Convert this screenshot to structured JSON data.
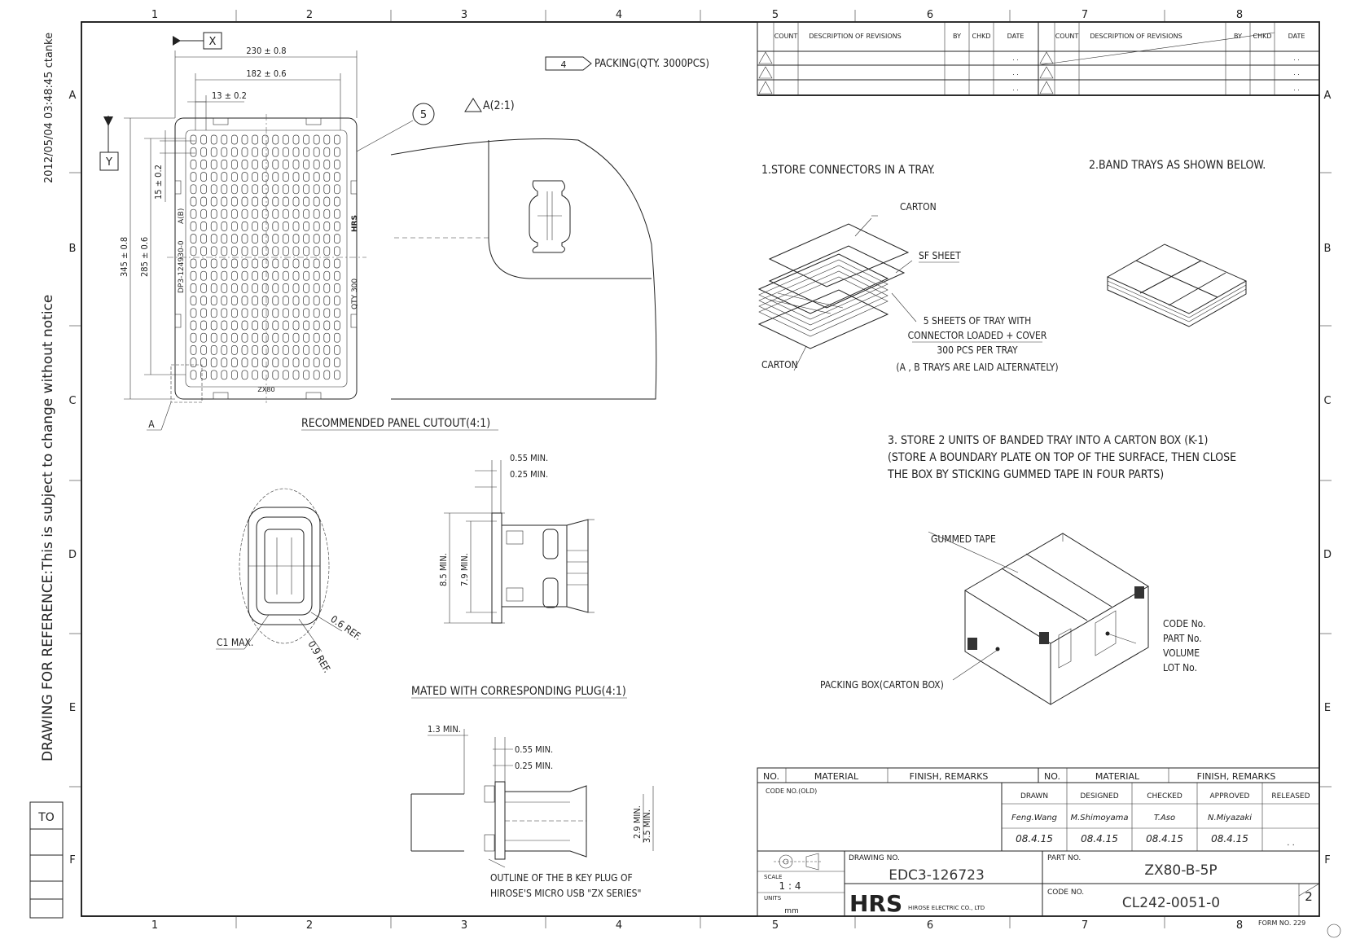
{
  "side_margin": {
    "timestamp": "2012/05/04 03:48:45 ctanke",
    "notice": "DRAWING FOR REFERENCE:This is subject to change without notice",
    "to_label": "TO"
  },
  "zone_numbers": [
    "1",
    "2",
    "3",
    "4",
    "5",
    "6",
    "7",
    "8"
  ],
  "zone_letters": [
    "A",
    "B",
    "C",
    "D",
    "E",
    "F"
  ],
  "revision_table": {
    "headers": [
      "COUNT",
      "DESCRIPTION OF REVISIONS",
      "BY",
      "CHKD",
      "DATE",
      "COUNT",
      "DESCRIPTION OF REVISIONS",
      "BY",
      "CHKD",
      "DATE"
    ],
    "date_placeholder": ". ."
  },
  "tray_view": {
    "dim_width_outer": "230 ± 0.8",
    "dim_width_inner": "182 ± 0.6",
    "dim_pitch_x": "13 ± 0.2",
    "dim_pitch_y": "15 ± 0.2",
    "dim_height_outer": "345 ± 0.8",
    "dim_height_inner": "285 ± 0.6",
    "datum_x": "X",
    "datum_y": "Y",
    "tray_code": "DP3-124930-0",
    "tray_ab": "A(B)",
    "tray_qty": "QTY 300",
    "tray_logo": "HRS",
    "tray_series": "ZX80",
    "balloon": "5",
    "detail_ref": "A"
  },
  "packing_note": "PACKING(QTY. 3000PCS)",
  "packing_note_num": "4",
  "detail_title": "A(2:1)",
  "panel_cutout_title": "RECOMMENDED PANEL CUTOUT(4:1)",
  "panel_cutout": {
    "c1": "C1 MAX.",
    "r1": "0.6 REF.",
    "r2": "0.9 REF."
  },
  "mated_view": {
    "d1": "0.55 MIN.",
    "d2": "0.25 MIN.",
    "h1": "8.5 MIN.",
    "h2": "7.9 MIN."
  },
  "mated_title": "MATED WITH CORRESPONDING PLUG(4:1)",
  "plug_view": {
    "d0": "1.3 MIN.",
    "d1": "0.55 MIN.",
    "d2": "0.25 MIN.",
    "h1": "2.9 MIN.",
    "h2": "3.5 MIN.",
    "outline1": "OUTLINE OF THE B KEY PLUG OF",
    "outline2": "HIROSE'S MICRO USB \"ZX SERIES\""
  },
  "packaging": {
    "step1": "1.STORE CONNECTORS IN A TRAY.",
    "step2": "2.BAND TRAYS AS SHOWN BELOW.",
    "carton_top": "CARTON",
    "sf_sheet": "SF SHEET",
    "carton_bottom": "CARTON",
    "sheets1": "5 SHEETS OF TRAY WITH",
    "sheets2": "CONNECTOR LOADED + COVER",
    "sheets3": "300 PCS PER TRAY",
    "sheets4": "(A , B TRAYS ARE LAID ALTERNATELY)",
    "step3_1": "3. STORE 2 UNITS OF BANDED TRAY INTO A CARTON BOX (K-1)",
    "step3_2": "(STORE A BOUNDARY PLATE ON TOP OF THE SURFACE, THEN CLOSE",
    "step3_3": "THE BOX BY STICKING GUMMED TAPE IN FOUR PARTS)",
    "gummed_tape": "GUMMED TAPE",
    "packing_box": "PACKING BOX(CARTON BOX)",
    "label1": "CODE No.",
    "label2": "PART No.",
    "label3": "VOLUME",
    "label4": "LOT No."
  },
  "material_table": {
    "headers": [
      "NO.",
      "MATERIAL",
      "FINISH, REMARKS",
      "NO.",
      "MATERIAL",
      "FINISH, REMARKS"
    ]
  },
  "title_block": {
    "code_no_old": "CODE NO.(OLD)",
    "drawn_label": "DRAWN",
    "designed_label": "DESIGNED",
    "checked_label": "CHECKED",
    "approved_label": "APPROVED",
    "released_label": "RELEASED",
    "drawn_by": "Feng.Wang",
    "designed_by": "M.Shimoyama",
    "checked_by": "T.Aso",
    "approved_by": "N.Miyazaki",
    "drawn_date": "08.4.15",
    "designed_date": "08.4.15",
    "checked_date": "08.4.15",
    "approved_date": "08.4.15",
    "released_date": ". .",
    "scale_label": "SCALE",
    "scale_value": "1 : 4",
    "units_label": "UNITS",
    "units_value": "mm",
    "drawing_no_label": "DRAWING NO.",
    "drawing_no": "EDC3-126723",
    "part_no_label": "PART NO.",
    "part_no": "ZX80-B-5P",
    "code_no_label": "CODE NO.",
    "code_no": "CL242-0051-0",
    "company_logo": "HRS",
    "company": "HIROSE ELECTRIC CO., LTD",
    "sheet": "2",
    "form_no": "FORM NO. 229"
  }
}
